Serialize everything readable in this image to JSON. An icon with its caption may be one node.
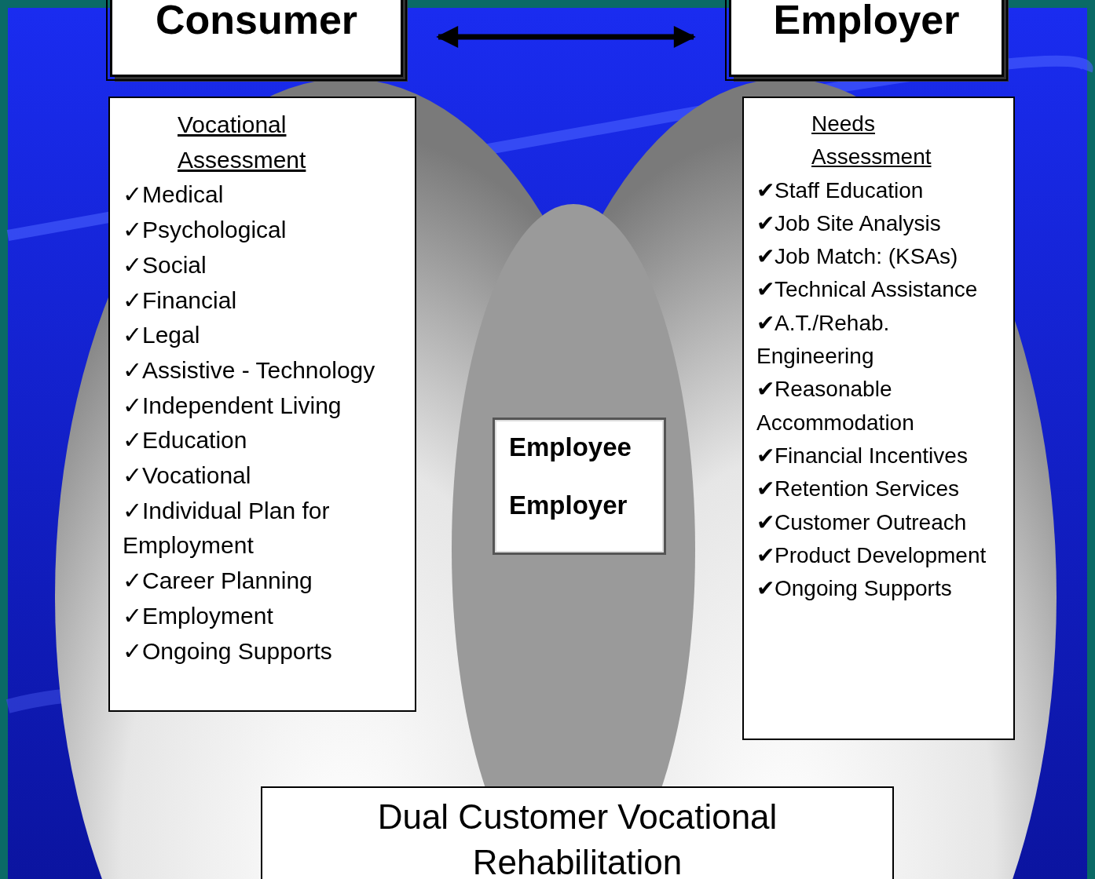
{
  "diagram": {
    "nodes": [
      {
        "text": [
          "Consumer"
        ]
      },
      {
        "text": [
          "Employer"
        ]
      },
      {
        "text": [
          "Vocational Assessment",
          "✓Medical",
          "✓Psychological",
          "✓Social",
          "✓Financial",
          "✓Legal",
          "✓Assistive - Technology",
          "✓Independent Living",
          "✓Education",
          "✓Vocational",
          "✓Individual Plan for Employment",
          "✓Career Planning",
          "✓Employment",
          "✓Ongoing Supports"
        ]
      },
      {
        "text": [
          "Needs Assessment",
          "✔Staff Education",
          "✔Job Site Analysis",
          "✔Job Match: (KSAs)",
          "✔Technical Assistance",
          "✔A.T./Rehab. Engineering",
          "✔Reasonable Accommodation",
          "✔Financial Incentives",
          "✔Retention Services",
          "✔Customer Outreach",
          "✔Product Development",
          "✔Ongoing Supports"
        ]
      },
      {
        "text": [
          "Employee",
          "Employer"
        ]
      },
      {
        "text": [
          "Dual Customer Vocational Rehabilitation"
        ]
      }
    ],
    "edges": [
      {
        "from": 0,
        "to": 1,
        "arrow": "both"
      }
    ]
  }
}
